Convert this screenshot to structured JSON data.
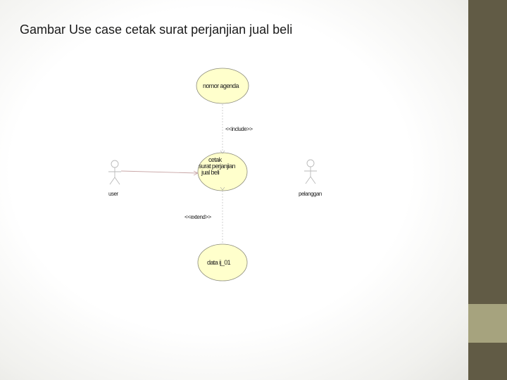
{
  "slide": {
    "title": "Gambar Use case cetak surat perjanjian jual beli"
  },
  "diagram": {
    "use_cases": {
      "top": "nomor agenda",
      "middle_lines": [
        "cetak",
        "surat perjanjian",
        "jual beli"
      ],
      "bottom": "data ij_01"
    },
    "relations": {
      "include": "<<include>>",
      "extend": "<<extend>>"
    },
    "actors": {
      "left": "user",
      "right": "pelanggan"
    }
  },
  "colors": {
    "accent_dark": "#615b45",
    "accent_light": "#a6a37e",
    "usecase_fill": "#ffffcc"
  }
}
